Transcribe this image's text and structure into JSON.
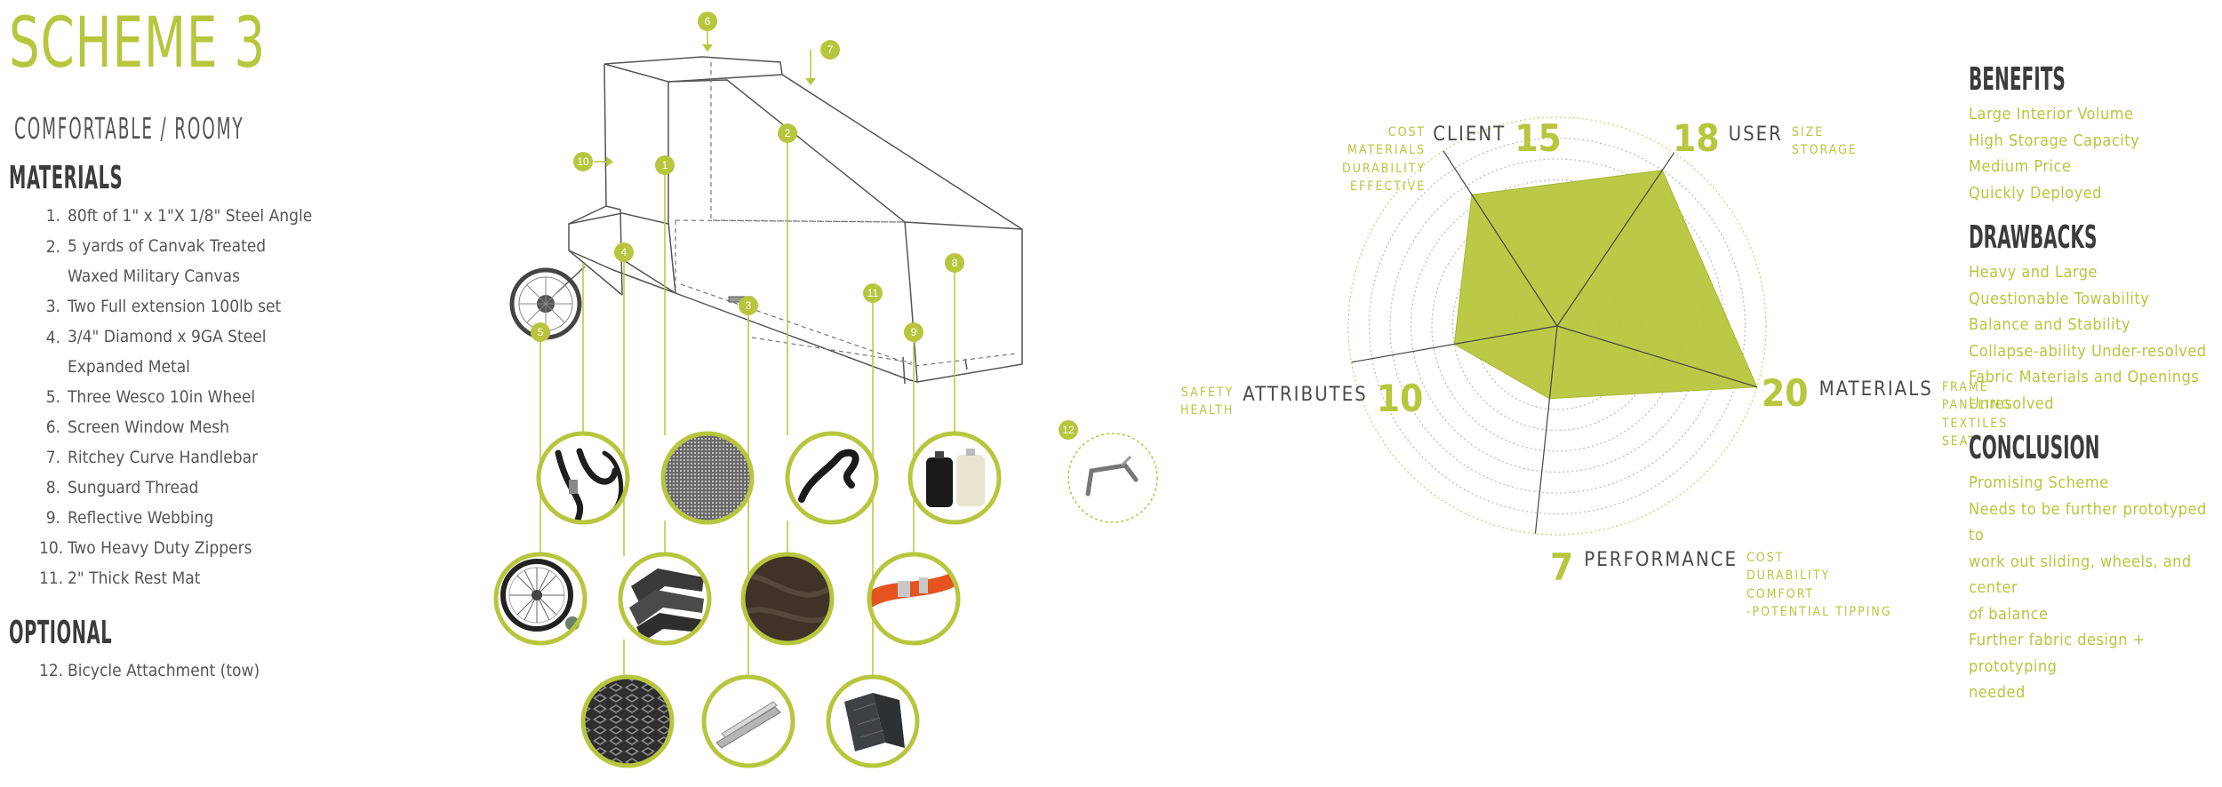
{
  "header": {
    "title": "SCHEME 3",
    "subtitle": "COMFORTABLE / ROOMY"
  },
  "materials": {
    "heading": "MATERIALS",
    "items": [
      {
        "num": "1.",
        "text": "80ft of 1\" x 1\"X 1/8\" Steel Angle"
      },
      {
        "num": "2.",
        "text": "5 yards of Canvak Treated Waxed Military Canvas"
      },
      {
        "num": "3.",
        "text": "Two Full extension 100lb set"
      },
      {
        "num": "4.",
        "text": "3/4\" Diamond x 9GA Steel Expanded Metal"
      },
      {
        "num": "5.",
        "text": "Three Wesco 10in Wheel"
      },
      {
        "num": "6.",
        "text": "Screen Window Mesh"
      },
      {
        "num": "7.",
        "text": "Ritchey Curve Handlebar"
      },
      {
        "num": "8.",
        "text": "Sunguard Thread"
      },
      {
        "num": "9.",
        "text": "Reflective Webbing"
      },
      {
        "num": "10.",
        "text": "Two Heavy Duty Zippers"
      },
      {
        "num": "11.",
        "text": "2\" Thick Rest Mat"
      }
    ]
  },
  "optional": {
    "heading": "OPTIONAL",
    "items": [
      {
        "num": "12.",
        "text": "Bicycle Attachment (tow)"
      }
    ]
  },
  "callouts": [
    "1",
    "2",
    "3",
    "4",
    "5",
    "6",
    "7",
    "8",
    "9",
    "10",
    "11",
    "12"
  ],
  "radar": {
    "max": 20,
    "axes": [
      {
        "name": "USER",
        "value": 18,
        "sub": [
          "SIZE",
          "STORAGE"
        ]
      },
      {
        "name": "MATERIALS",
        "value": 20,
        "sub": [
          "FRAME",
          "PANELING",
          "TEXTILES",
          "SEAT"
        ]
      },
      {
        "name": "PERFORMANCE",
        "value": 7,
        "sub": [
          "COST",
          "DURABILITY",
          "COMFORT",
          "-POTENTIAL TIPPING"
        ]
      },
      {
        "name": "ATTRIBUTES",
        "value": 10,
        "sub": [
          "SAFETY",
          "HEALTH"
        ]
      },
      {
        "name": "CLIENT",
        "value": 15,
        "sub": [
          "COST",
          "MATERIALS",
          "DURABILITY",
          "EFFECTIVE"
        ]
      }
    ]
  },
  "benefits": {
    "heading": "BENEFITS",
    "items": [
      "Large Interior Volume",
      "High Storage Capacity",
      "Medium Price",
      "Quickly Deployed"
    ]
  },
  "drawbacks": {
    "heading": "DRAWBACKS",
    "items": [
      "Heavy and Large",
      "Questionable Towability",
      "Balance and Stability",
      "Collapse-ability Under-resolved",
      "Fabric Materials and Openings",
      "Unresolved"
    ]
  },
  "conclusion": {
    "heading": "CONCLUSION",
    "items": [
      "Promising Scheme",
      "Needs to be further prototyped to",
      "work out sliding, wheels, and center",
      "of balance",
      "Further fabric design + prototyping",
      "needed"
    ]
  },
  "colors": {
    "accent": "#b7c63d",
    "text": "#4a4a4a",
    "line": "#555555"
  },
  "icons": {
    "wheel": "bicycle-wheel-icon",
    "handlebar": "handlebar-icon",
    "thread": "thread-spools-icon"
  }
}
